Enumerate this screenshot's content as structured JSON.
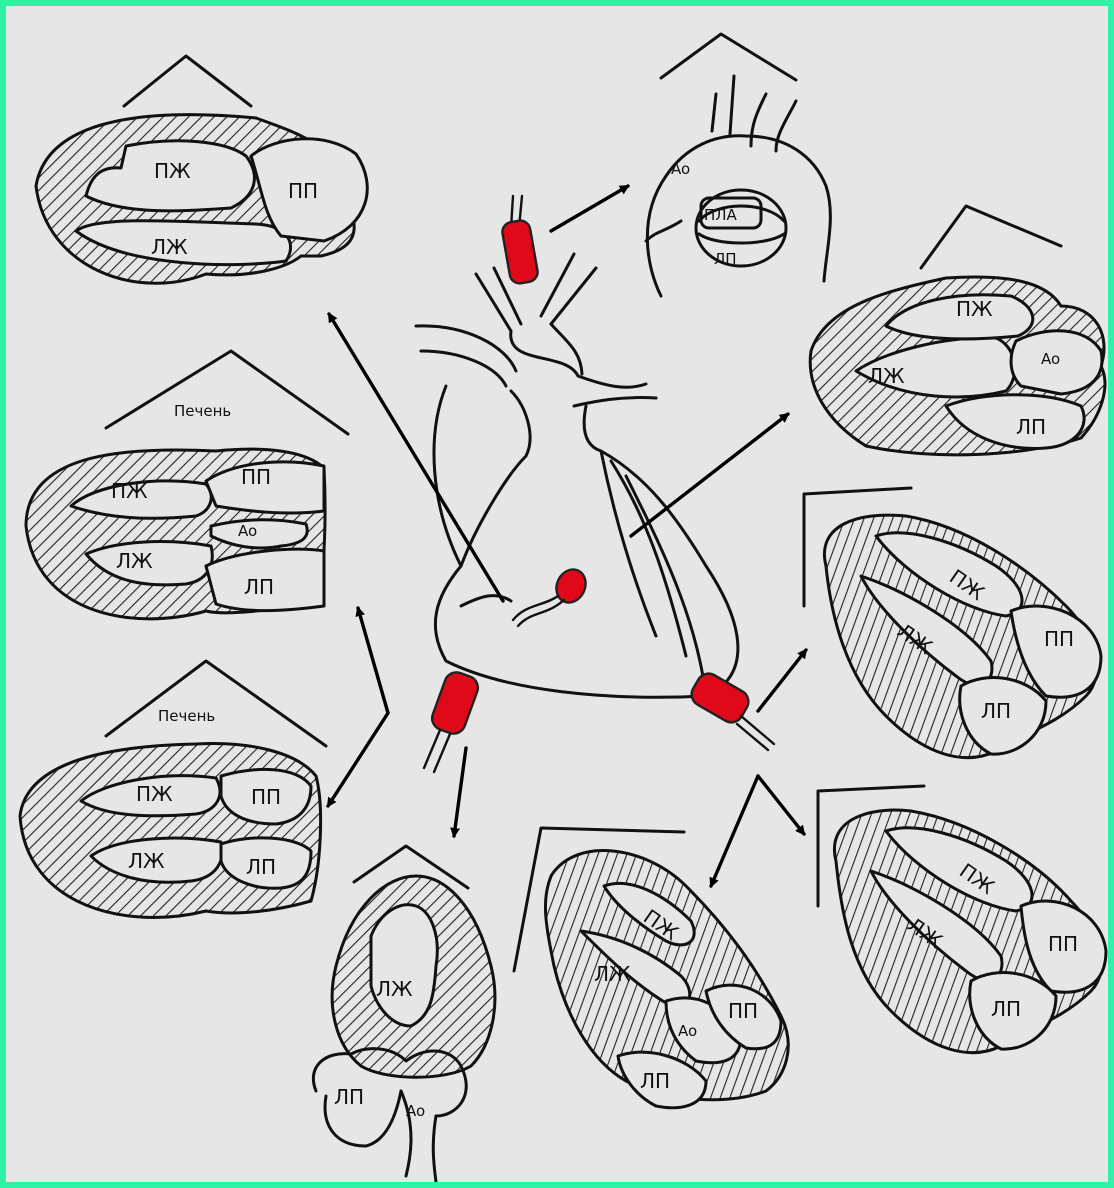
{
  "colors": {
    "frame": "#2ef2a4",
    "background": "#e6e6e6",
    "probe": "#e0091a",
    "line": "#111111"
  },
  "labels": {
    "rv": "ПЖ",
    "ra": "ПП",
    "lv": "ЛЖ",
    "la": "ЛП",
    "ao": "Ao",
    "pa": "ПЛА",
    "liver": "Печень"
  },
  "icons": {
    "probe": "ultrasound-probe-icon",
    "arrow": "arrow-icon"
  }
}
